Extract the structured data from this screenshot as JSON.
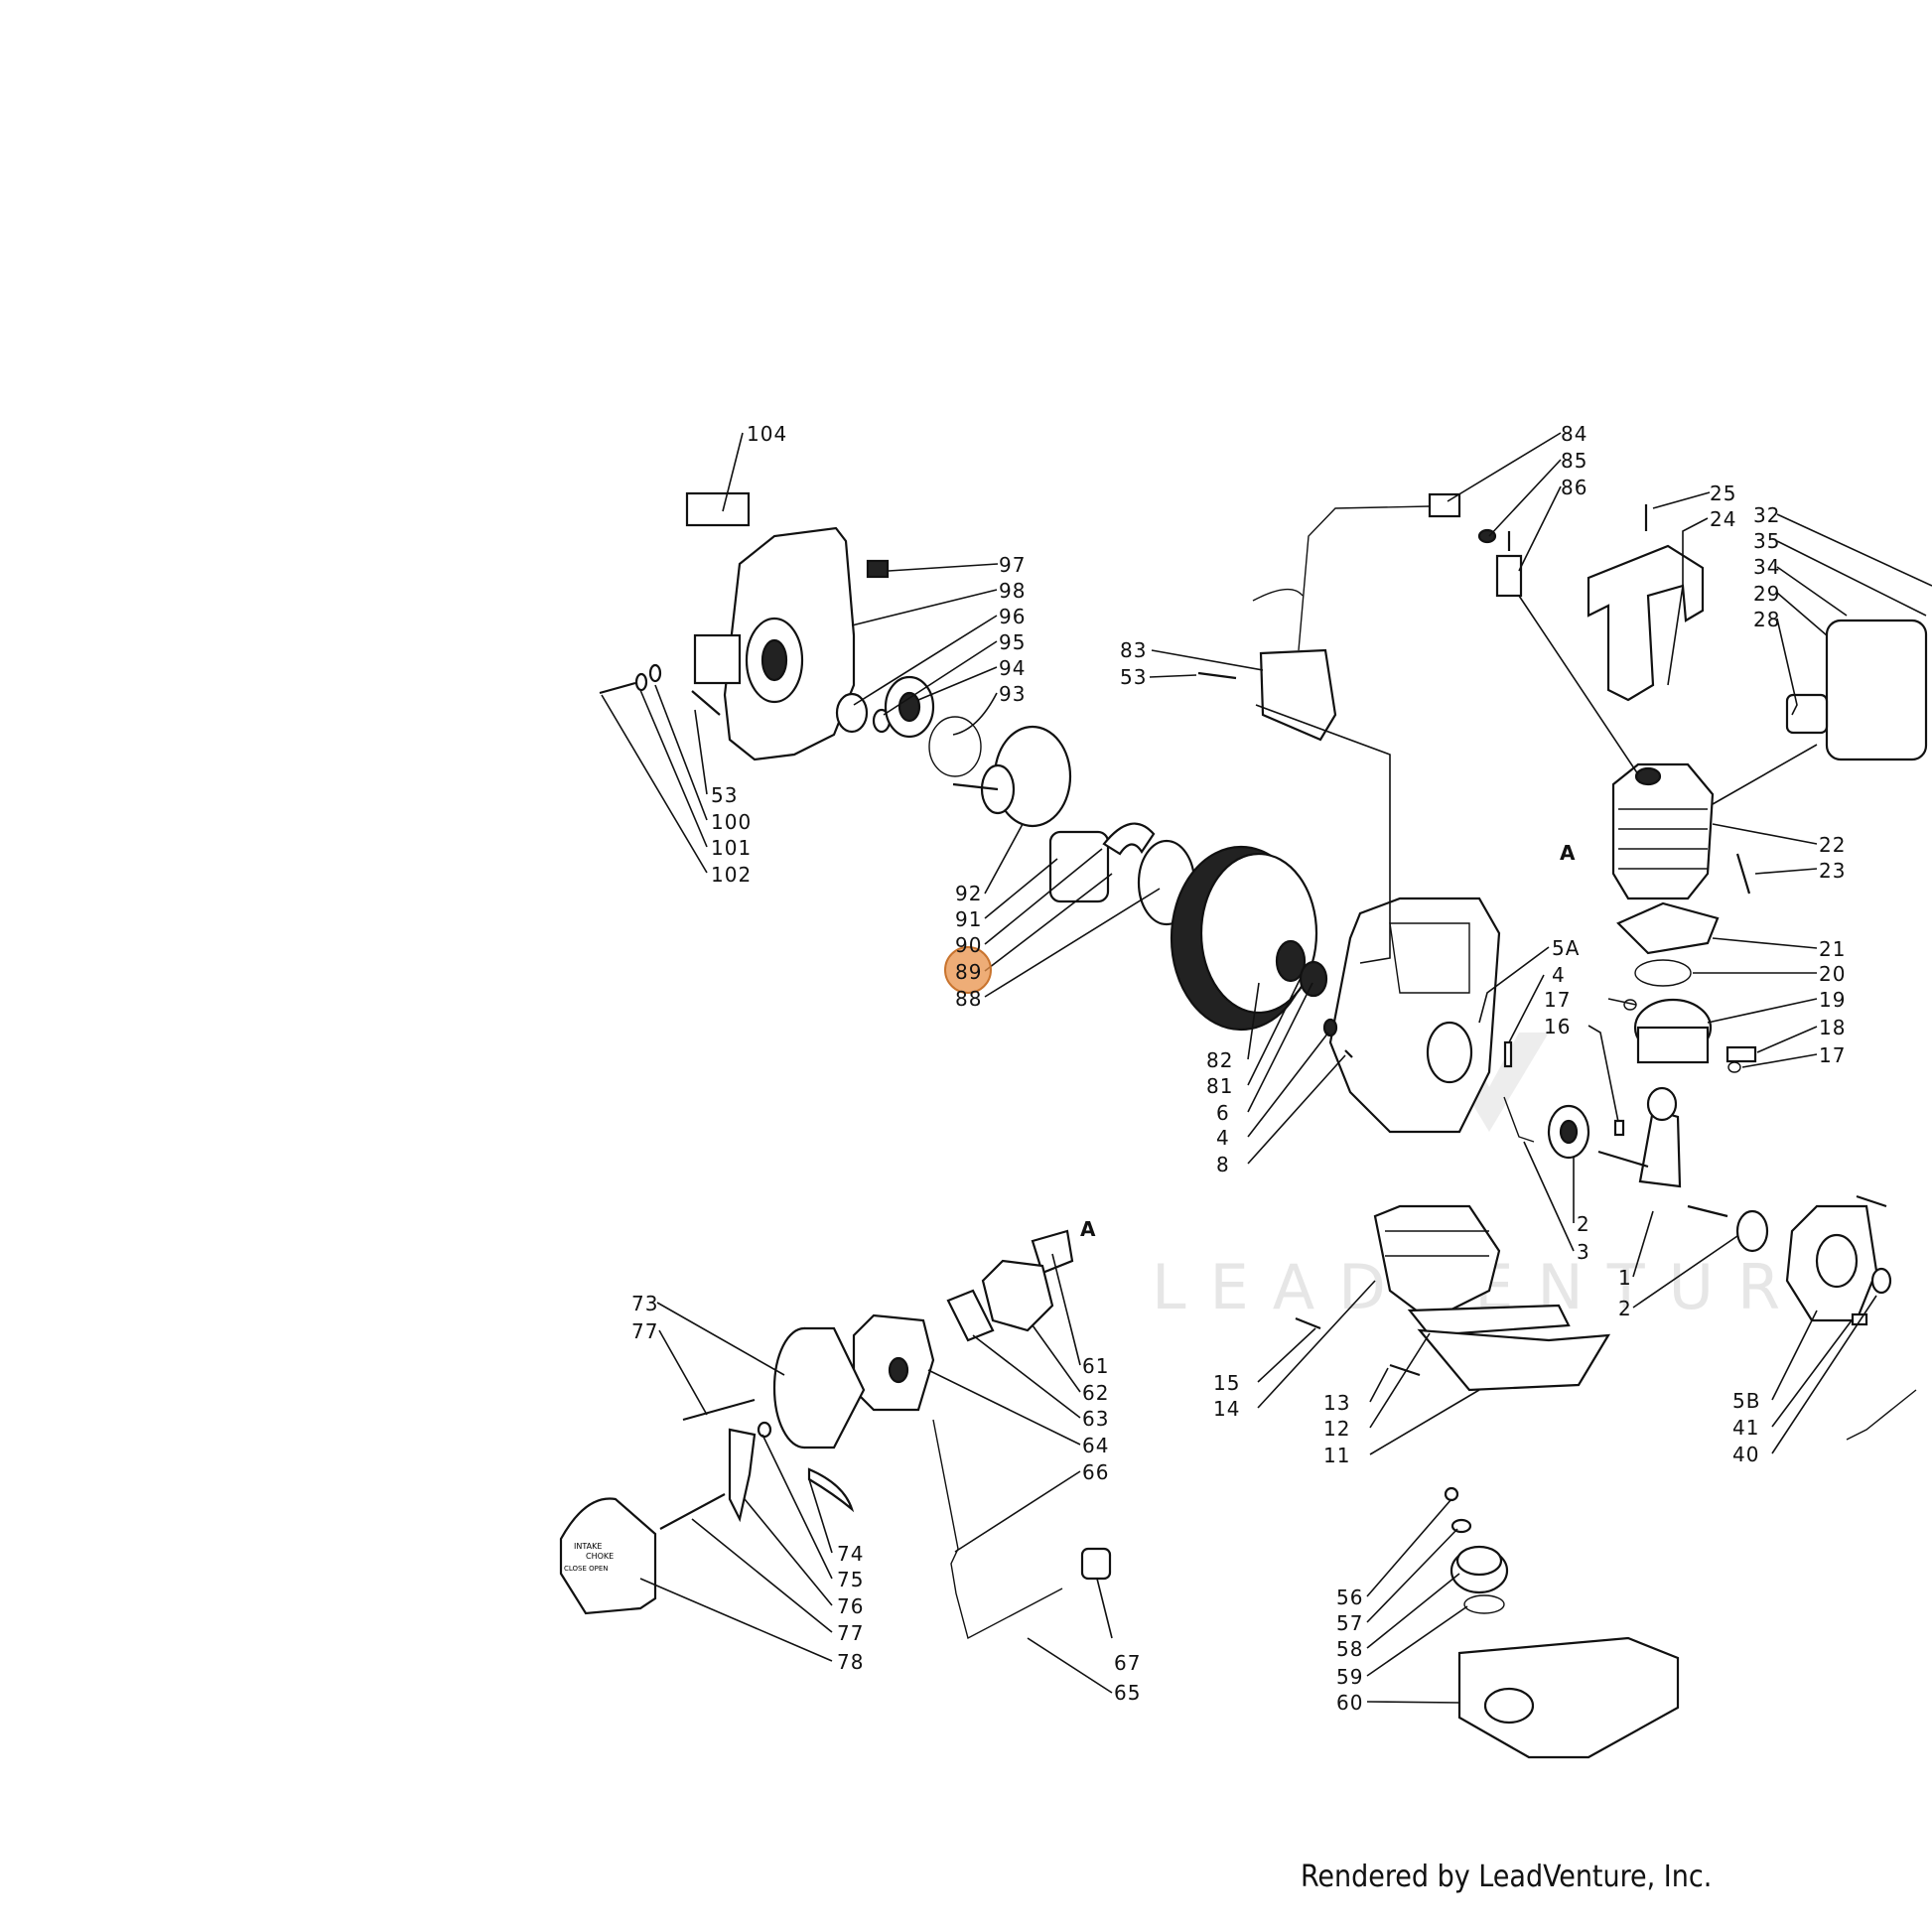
{
  "watermark": "LEADVENTURE",
  "footer": "Rendered by LeadVenture, Inc.",
  "highlight": {
    "callout": "89",
    "color": "#e8924a"
  },
  "callouts": {
    "c104": "104",
    "c97": "97",
    "c98": "98",
    "c96": "96",
    "c95": "95",
    "c94": "94",
    "c93": "93",
    "c53a": "53",
    "c100": "100",
    "c101": "101",
    "c102": "102",
    "c92": "92",
    "c91": "91",
    "c90": "90",
    "c89": "89",
    "c88": "88",
    "c84": "84",
    "c85": "85",
    "c86": "86",
    "c83": "83",
    "c53b": "53",
    "c25": "25",
    "c24": "24",
    "c32": "32",
    "c35": "35",
    "c34": "34",
    "c29": "29",
    "c28": "28",
    "c22": "22",
    "c23": "23",
    "c21": "21",
    "c20": "20",
    "c19": "19",
    "c18": "18",
    "c17a": "17",
    "c17b": "17",
    "c16": "16",
    "c5a": "5A",
    "c4a": "4",
    "cA1": "A",
    "c82": "82",
    "c81": "81",
    "c6": "6",
    "c4b": "4",
    "c8": "8",
    "c2a": "2",
    "c3": "3",
    "c1": "1",
    "c2b": "2",
    "c5b": "5B",
    "c41": "41",
    "c40": "40",
    "c15": "15",
    "c14": "14",
    "c13": "13",
    "c12": "12",
    "c11": "11",
    "cA2": "A",
    "c61": "61",
    "c62": "62",
    "c63": "63",
    "c64": "64",
    "c66": "66",
    "c67": "67",
    "c65": "65",
    "c73": "73",
    "c77a": "77",
    "c74": "74",
    "c75": "75",
    "c76": "76",
    "c77b": "77",
    "c78": "78",
    "c56": "56",
    "c57": "57",
    "c58": "58",
    "c59": "59",
    "c60": "60"
  },
  "cover_text": [
    "INTAKE",
    "CHOKE",
    "CLOSE   OPEN"
  ]
}
